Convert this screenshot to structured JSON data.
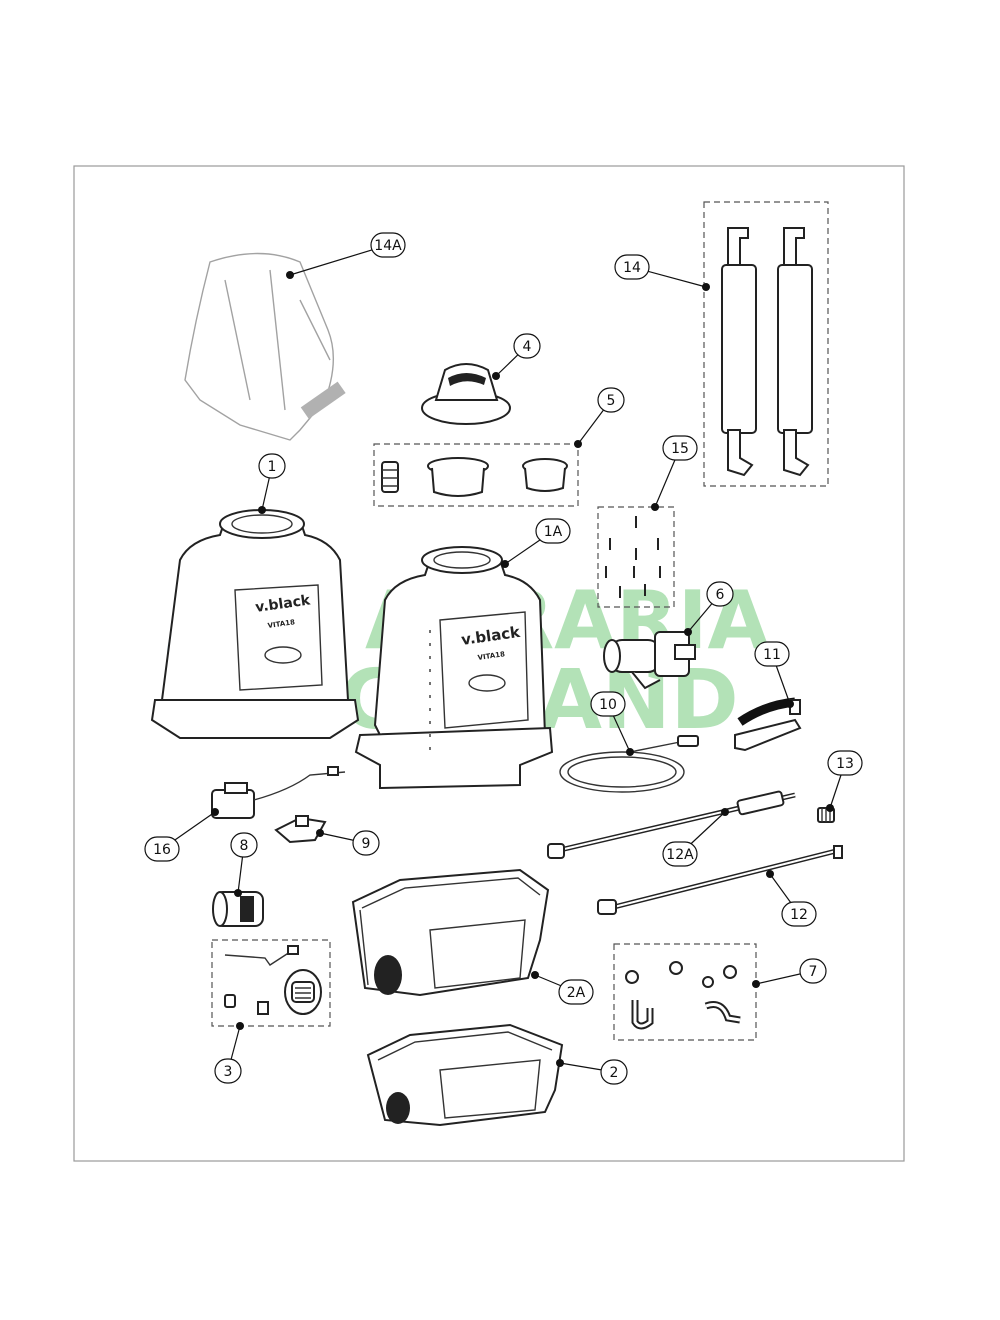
{
  "brand": {
    "text": "v.black",
    "subtext": "VITA18"
  },
  "watermark": {
    "line1": "AGRARIA",
    "line2": "CONAND",
    "color": "#9ad9a0"
  },
  "callouts": [
    {
      "id": "14A"
    },
    {
      "id": "14"
    },
    {
      "id": "4"
    },
    {
      "id": "5"
    },
    {
      "id": "15"
    },
    {
      "id": "1"
    },
    {
      "id": "1A"
    },
    {
      "id": "6"
    },
    {
      "id": "11"
    },
    {
      "id": "10"
    },
    {
      "id": "13"
    },
    {
      "id": "16"
    },
    {
      "id": "9"
    },
    {
      "id": "8"
    },
    {
      "id": "12A"
    },
    {
      "id": "12"
    },
    {
      "id": "7"
    },
    {
      "id": "2A"
    },
    {
      "id": "3"
    },
    {
      "id": "2"
    }
  ]
}
